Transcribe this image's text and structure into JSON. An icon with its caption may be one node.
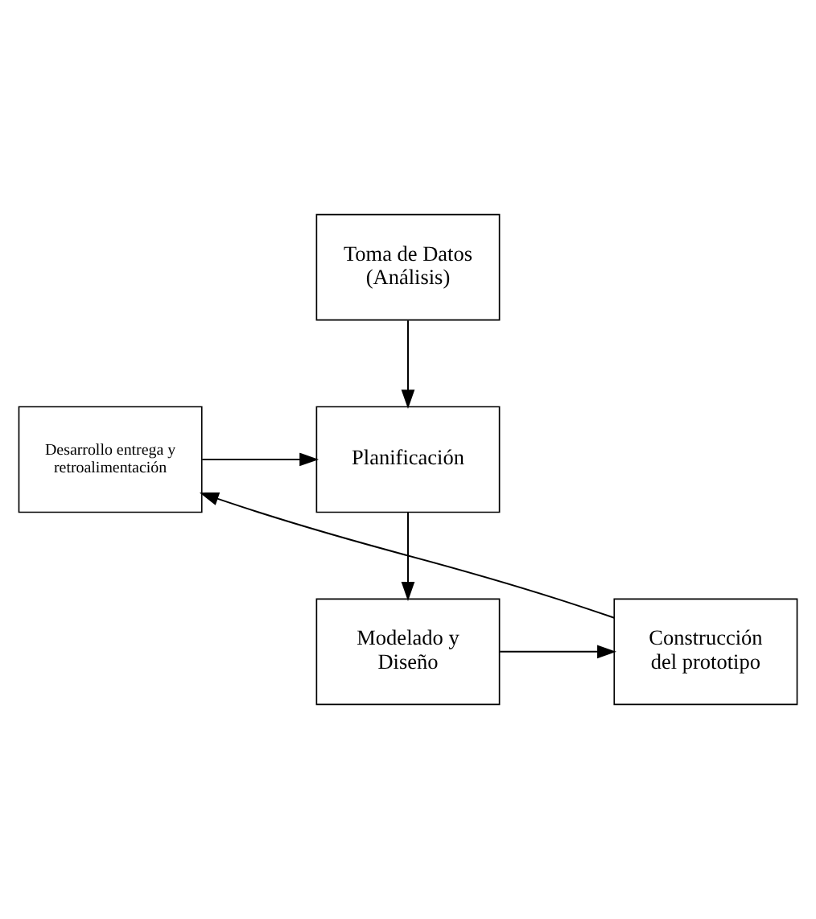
{
  "diagram": {
    "nodes": [
      {
        "text": [
          "Toma de Datos (Análisis)"
        ]
      },
      {
        "text": [
          "Planificación"
        ]
      },
      {
        "text": [
          "Modelado y Diseño"
        ]
      },
      {
        "text": [
          "Construcción del prototipo"
        ]
      },
      {
        "text": [
          "Desarrollo entrega y retroalimentación"
        ]
      }
    ],
    "edges": [
      {
        "from": 0,
        "to": 1,
        "arrow": "to"
      },
      {
        "from": 1,
        "to": 2,
        "arrow": "to"
      },
      {
        "from": 2,
        "to": 3,
        "arrow": "to"
      },
      {
        "from": 3,
        "to": 4,
        "arrow": "to"
      },
      {
        "from": 4,
        "to": 1,
        "arrow": "to"
      }
    ]
  }
}
